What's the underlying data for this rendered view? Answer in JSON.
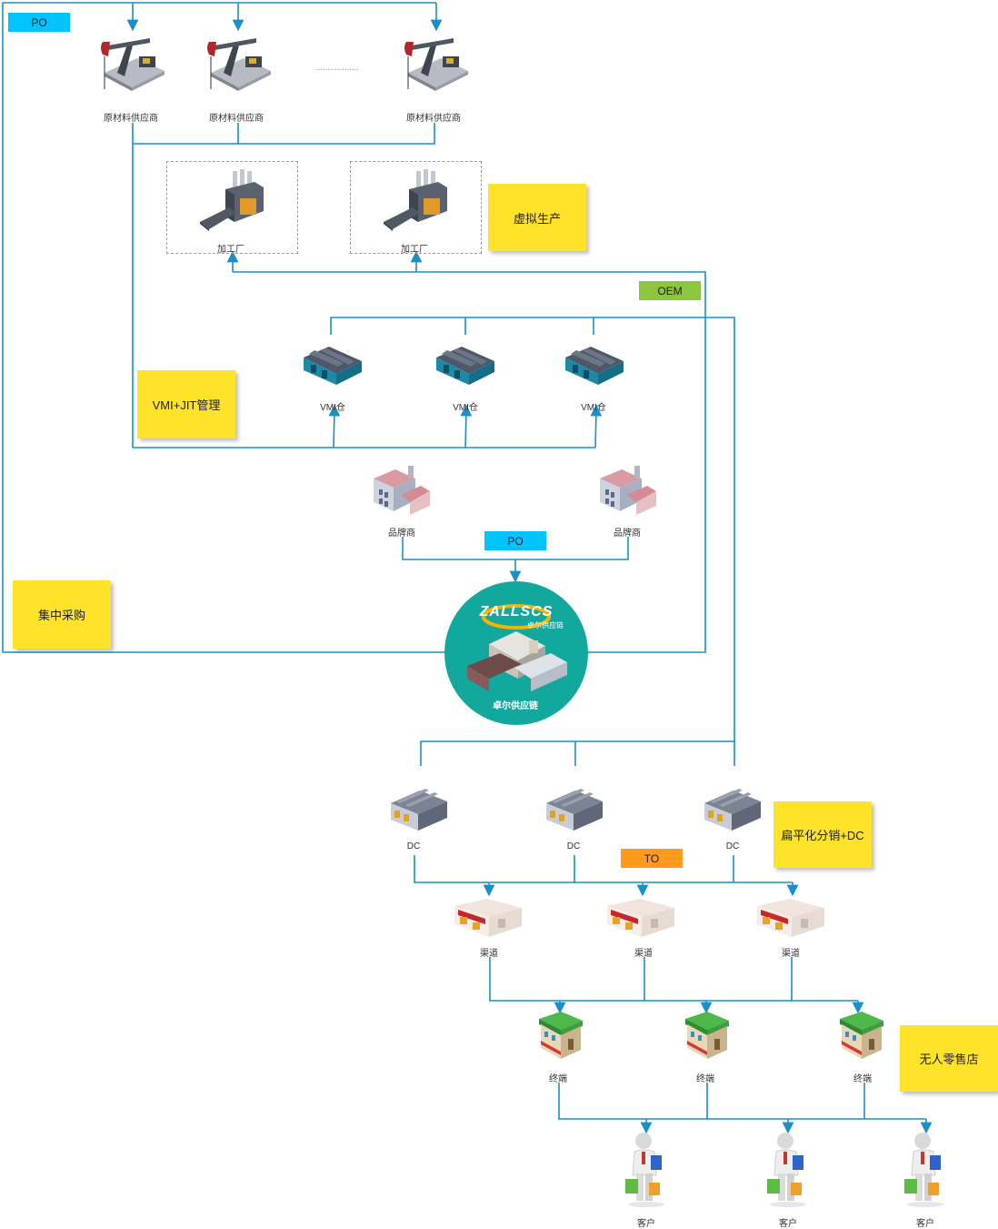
{
  "tags": {
    "po_top": "PO",
    "oem": "OEM",
    "po_mid": "PO",
    "to": "TO"
  },
  "notes": {
    "virtual_production": "虚拟生产",
    "vmi_jit": "VMI+JIT管理",
    "central_purchase": "集中采购",
    "flat_distribution": "扁平化分销+DC",
    "unmanned_retail": "无人零售店"
  },
  "suppliers": [
    "原材料供应商",
    "原材料供应商",
    "原材料供应商"
  ],
  "suppliers_ellipsis": "··················",
  "factories": [
    "加工厂",
    "加工厂"
  ],
  "vmi": [
    "VMI仓",
    "VMI仓",
    "VMI仓"
  ],
  "brands": [
    "品牌商",
    "品牌商"
  ],
  "hub": {
    "logo": "ZALLSCS",
    "logo_cn": "卓尔供应链",
    "name": "卓尔供应链"
  },
  "dc": [
    "DC",
    "DC",
    "DC"
  ],
  "channels": [
    "渠道",
    "渠道",
    "渠道"
  ],
  "terminals": [
    "终端",
    "终端",
    "终端"
  ],
  "customers": [
    "客户",
    "客户",
    "客户"
  ],
  "colors": {
    "line": "#1b8fc7",
    "po": "#00c3ff",
    "oem": "#8cc63f",
    "to": "#ff9a1e",
    "note": "#ffe22a",
    "hub": "#13a89e"
  }
}
